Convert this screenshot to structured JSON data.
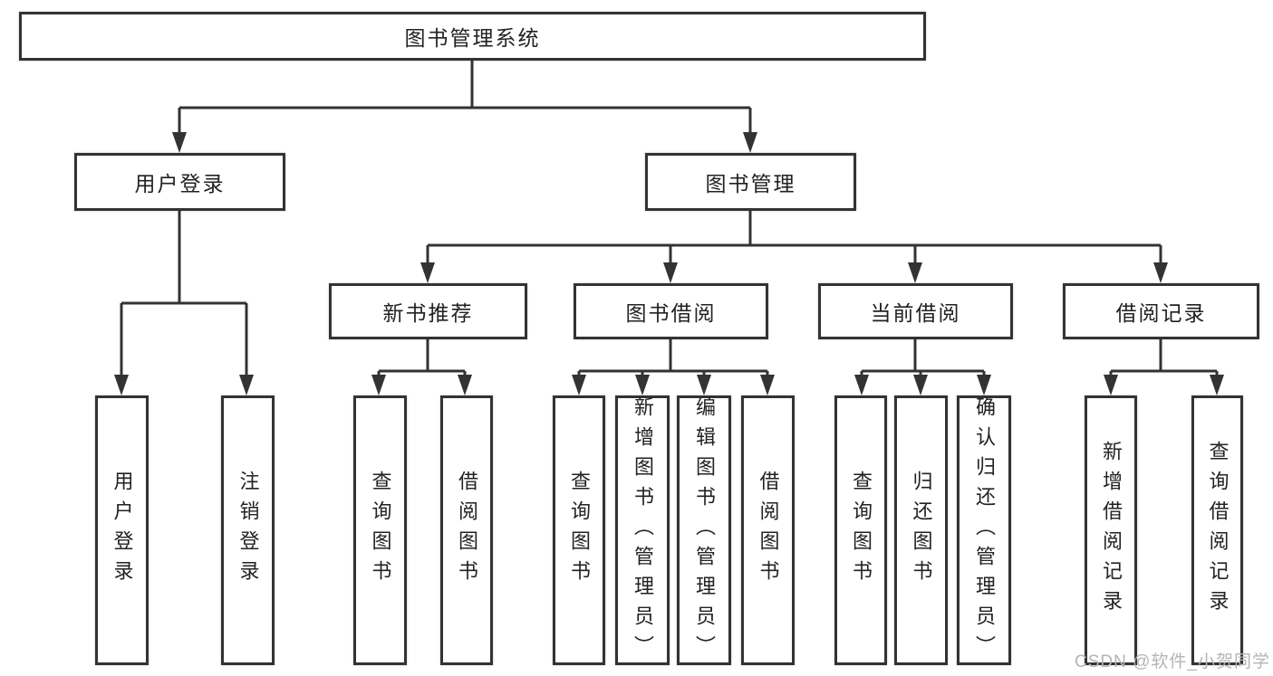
{
  "nodes": {
    "root": "图书管理系统",
    "user_login": "用户登录",
    "book_mgmt": "图书管理",
    "new_book_rec": "新书推荐",
    "book_borrow": "图书借阅",
    "current_borrow": "当前借阅",
    "borrow_records": "借阅记录",
    "leaf_user_login": "用户登录",
    "leaf_logout": "注销登录",
    "leaf_query_book_1": "查询图书",
    "leaf_borrow_book_1": "借阅图书",
    "leaf_query_book_2": "查询图书",
    "leaf_add_book": "新增图书（管理员）",
    "leaf_edit_book": "编辑图书（管理员）",
    "leaf_borrow_book_2": "借阅图书",
    "leaf_query_book_3": "查询图书",
    "leaf_return_book": "归还图书",
    "leaf_confirm_return": "确认归还（管理员）",
    "leaf_add_record": "新增借阅记录",
    "leaf_query_record": "查询借阅记录"
  },
  "watermark": "CSDN @软件_小贺同学",
  "colors": {
    "line": "#333333",
    "box_border": "#333333",
    "box_fill": "#ffffff",
    "text": "#222222",
    "watermark": "#b4b4b4"
  }
}
